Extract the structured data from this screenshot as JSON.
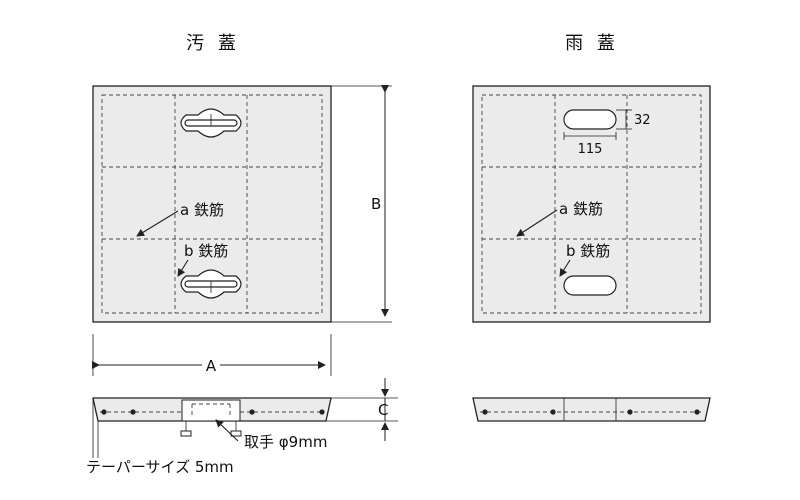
{
  "titles": {
    "left": "汚 蓋",
    "right": "雨 蓋"
  },
  "labels": {
    "a_rebar": "a 鉄筋",
    "b_rebar": "b 鉄筋",
    "dim_a": "A",
    "dim_b": "B",
    "dim_c": "C",
    "slot_height": "32",
    "slot_width": "115",
    "handle": "取手 φ9mm",
    "taper": "テーパーサイズ 5mm"
  }
}
